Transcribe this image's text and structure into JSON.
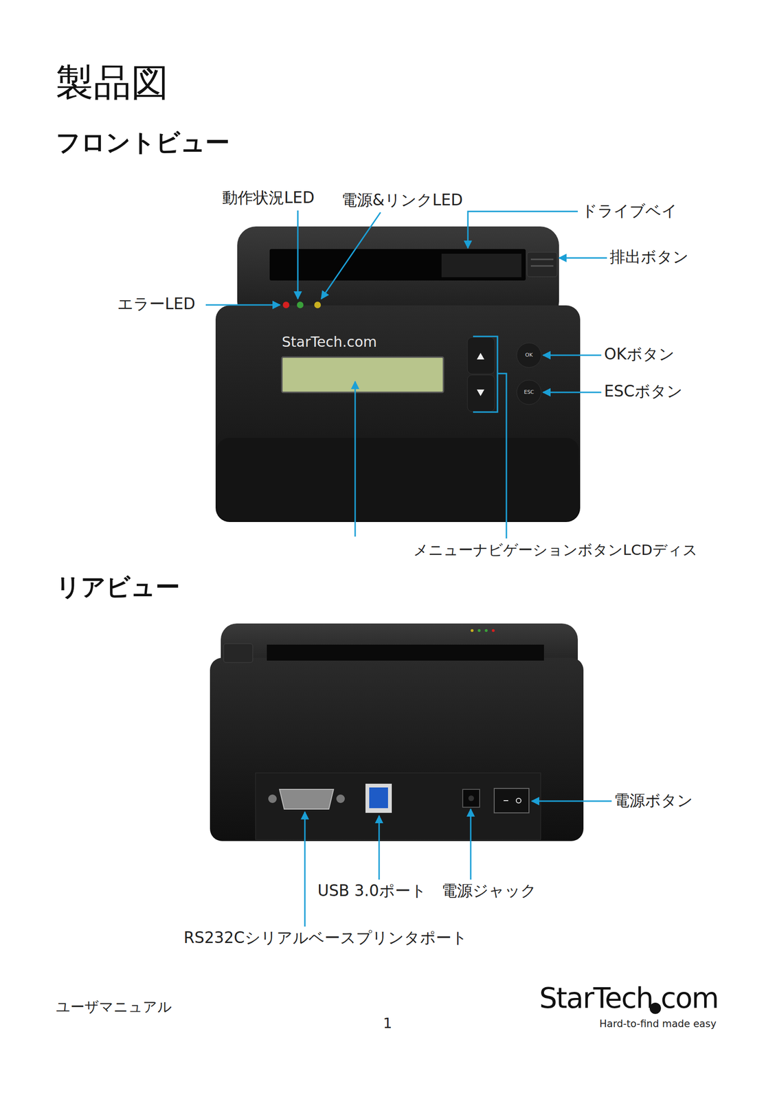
{
  "diagram": {
    "title": "製品図",
    "labels": [
      "フロントビュー",
      "動作状況LED",
      "電源&リンクLED",
      "ドライブベイ",
      "排出ボタン",
      "エラーLED",
      "StarTech.com",
      "OK",
      "ESC",
      "OKボタン",
      "ESCボタン",
      "メニューナビゲーションボタンLCDディス",
      "リアビュー",
      "電源ボタン",
      "USB 3.0ポート",
      "電源ジャック",
      "RS232Cシリアルベースプリンタポート",
      "ユーザマニュアル",
      "1",
      "StarTech.com",
      "Hard-to-find made easy"
    ]
  }
}
